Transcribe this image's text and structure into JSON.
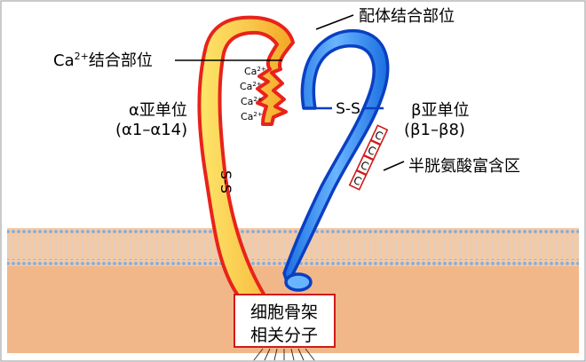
{
  "labels": {
    "ligand_site": "配体结合部位",
    "ca_site_prefix": "Ca",
    "ca_site_sup": "2+",
    "ca_site_suffix": "结合部位",
    "alpha_name": "α亚单位",
    "alpha_range": "(α1–α14)",
    "beta_name": "β亚单位",
    "beta_range": "(β1–β8)",
    "cysteine": "半胱氨酸富含区",
    "ss_bridge": "S-S",
    "ss_alpha": "S-S",
    "cyto_line1": "细胞骨架",
    "cyto_line2": "相关分子",
    "ca_ion_prefix": "Ca",
    "ca_ion_sup": "2+",
    "c_letter": "C"
  },
  "colors": {
    "alpha_outline": "#e8231b",
    "alpha_fill_light": "#fde66a",
    "alpha_fill_dark": "#f5a623",
    "beta_outline": "#0a3fc2",
    "beta_fill_light": "#69b4ff",
    "beta_fill_dark": "#1a6fe0",
    "membrane_bg": "#f6c9a2",
    "cytoplasm_bg": "#f2b789",
    "lipid_head": "#7eaee6",
    "cyto_box_border": "#d11a1a"
  }
}
